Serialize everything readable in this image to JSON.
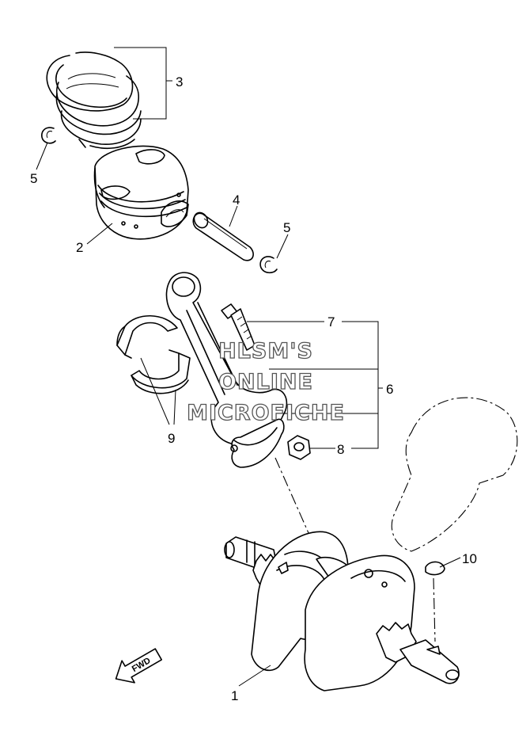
{
  "watermark": {
    "line1": "HLSM'S",
    "line2": "ONLINE",
    "line3": "MICROFICHE"
  },
  "fwd_label": "FWD",
  "callouts": [
    {
      "id": "1",
      "part": "crankshaft-assembly"
    },
    {
      "id": "2",
      "part": "piston"
    },
    {
      "id": "3",
      "part": "piston-ring-set"
    },
    {
      "id": "4",
      "part": "piston-pin"
    },
    {
      "id": "5",
      "part": "piston-pin-clip"
    },
    {
      "id": "5",
      "part": "piston-pin-clip"
    },
    {
      "id": "6",
      "part": "connecting-rod-assembly"
    },
    {
      "id": "7",
      "part": "connecting-rod-bolt"
    },
    {
      "id": "8",
      "part": "connecting-rod-nut"
    },
    {
      "id": "9",
      "part": "big-end-bearing"
    },
    {
      "id": "10",
      "part": "woodruff-key"
    }
  ]
}
